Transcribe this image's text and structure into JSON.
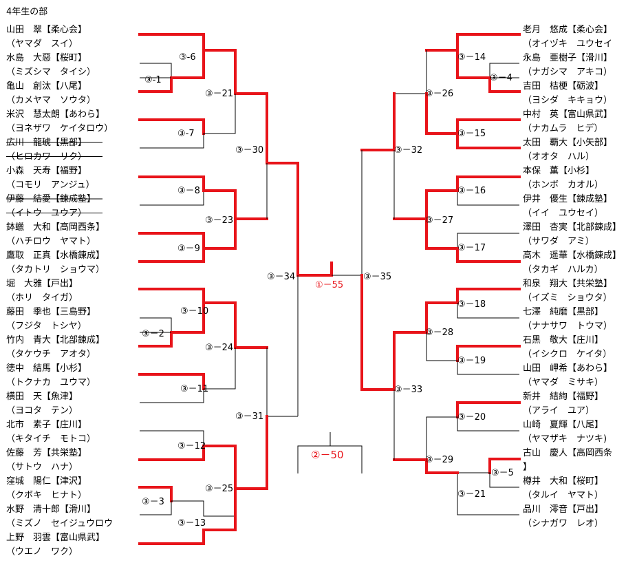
{
  "title": "4年生の部",
  "left_players": [
    {
      "name": "山田　翠【柔心会】",
      "kana": "（ヤマダ　スイ）",
      "withdrawn": false
    },
    {
      "name": "水島　大惡【桜町】",
      "kana": "（ミズシマ　タイシ）",
      "withdrawn": false
    },
    {
      "name": "亀山　創汰【八尾】",
      "kana": "（カメヤマ　ソウタ）",
      "withdrawn": false
    },
    {
      "name": "米沢　慧太朗【あわら】",
      "kana": "（ヨネザワ　ケイタロウ）",
      "withdrawn": false
    },
    {
      "name": "広川　龍琥【黒部】",
      "kana": "（ヒロカワ　リク）",
      "withdrawn": true
    },
    {
      "name": "小森　天寿【福野】",
      "kana": "（コモリ　アンジュ）",
      "withdrawn": false
    },
    {
      "name": "伊藤　結愛【錬成塾】",
      "kana": "（イトウ　ユウア）",
      "withdrawn": true
    },
    {
      "name": "鉢蠟　大和【高岡西条】",
      "kana": "（ハチロウ　ヤマト）",
      "withdrawn": false
    },
    {
      "name": "鷹取　正真【水橋錬成】",
      "kana": "（タカトリ　ショウマ）",
      "withdrawn": false
    },
    {
      "name": "堀　大雅【戸出】",
      "kana": "（ホリ　タイガ）",
      "withdrawn": false
    },
    {
      "name": "藤田　季也【三島野】",
      "kana": "（フジタ　トシヤ）",
      "withdrawn": false
    },
    {
      "name": "竹内　青大【北部錬成】",
      "kana": "（タケウチ　アオタ）",
      "withdrawn": false
    },
    {
      "name": "徳中　結馬【小杉】",
      "kana": "（トクナカ　ユウマ）",
      "withdrawn": false
    },
    {
      "name": "横田　天【魚津】",
      "kana": "（ヨコタ　テン）",
      "withdrawn": false
    },
    {
      "name": "北市　素子【庄川】",
      "kana": "（キタイチ　モトコ）",
      "withdrawn": false
    },
    {
      "name": "佐藤　芳【共栄塾】",
      "kana": "（サトウ　ハナ）",
      "withdrawn": false
    },
    {
      "name": "窪城　陽仁【津沢】",
      "kana": "（クボキ　ヒナト）",
      "withdrawn": false
    },
    {
      "name": "水野　清十郎【滑川】",
      "kana": "（ミズノ　セイジュウロウ",
      "withdrawn": false
    },
    {
      "name": "上野　羽雲【富山県武】",
      "kana": "（ウエノ　ワク）",
      "withdrawn": false
    }
  ],
  "right_players": [
    {
      "name": "老月　悠成【柔心会】",
      "kana": "（オイヅキ　ユウセイ",
      "withdrawn": false
    },
    {
      "name": "永島　亜樹子【滑川】",
      "kana": "（ナガシマ　アキコ）",
      "withdrawn": false
    },
    {
      "name": "吉田　桔梗【砺波】",
      "kana": "（ヨシダ　キキョウ）",
      "withdrawn": false
    },
    {
      "name": "中村　英【富山県武】",
      "kana": "（ナカムラ　ヒデ）",
      "withdrawn": false
    },
    {
      "name": "太田　覇大【小矢部】",
      "kana": "（オオタ　ハル）",
      "withdrawn": false
    },
    {
      "name": "本保　薫【小杉】",
      "kana": "（ホンボ　カオル）",
      "withdrawn": false
    },
    {
      "name": "伊井　優生【錬成塾】",
      "kana": "（イイ　ユウセイ）",
      "withdrawn": false
    },
    {
      "name": "澤田　杏実【北部錬成】",
      "kana": "（サワダ　アミ）",
      "withdrawn": false
    },
    {
      "name": "高木　遥華【水橋錬成】",
      "kana": "（タカギ　ハルカ）",
      "withdrawn": false
    },
    {
      "name": "和泉　翔大【共栄塾】",
      "kana": "（イズミ　ショウタ）",
      "withdrawn": false
    },
    {
      "name": "七澤　純磨【黒部】",
      "kana": "（ナナサワ　トウマ）",
      "withdrawn": false
    },
    {
      "name": "石黒　敬大【庄川】",
      "kana": "（イシクロ　ケイタ）",
      "withdrawn": false
    },
    {
      "name": "山田　岬希【あわら】",
      "kana": "（ヤマダ　ミサキ）",
      "withdrawn": false
    },
    {
      "name": "新井　結絢【福野】",
      "kana": "（アライ　ユア）",
      "withdrawn": false
    },
    {
      "name": "山崎　夏輝【八尾】",
      "kana": "（ヤマザキ　ナツキ)",
      "withdrawn": false
    },
    {
      "name": "古山　慶人【高岡西条",
      "kana": "】",
      "withdrawn": false
    },
    {
      "name": "樽井　大和【桜町】",
      "kana": "（タルイ　ヤマト）",
      "withdrawn": false
    },
    {
      "name": "品川　澪音【戸出】",
      "kana": "（シナガワ　レオ）",
      "withdrawn": false
    }
  ],
  "matches": [
    {
      "label": "③-6",
      "color": "black"
    },
    {
      "label": "③-1",
      "color": "black"
    },
    {
      "label": "③－21",
      "color": "black"
    },
    {
      "label": "③-7",
      "color": "black"
    },
    {
      "label": "③－30",
      "color": "black"
    },
    {
      "label": "③－8",
      "color": "black"
    },
    {
      "label": "③－23",
      "color": "black"
    },
    {
      "label": "③－9",
      "color": "black"
    },
    {
      "label": "③－34",
      "color": "black"
    },
    {
      "label": "③－10",
      "color": "black"
    },
    {
      "label": "③－2",
      "color": "black"
    },
    {
      "label": "③－24",
      "color": "black"
    },
    {
      "label": "③－11",
      "color": "black"
    },
    {
      "label": "③－31",
      "color": "black"
    },
    {
      "label": "③－12",
      "color": "black"
    },
    {
      "label": "③－3",
      "color": "black"
    },
    {
      "label": "③－25",
      "color": "black"
    },
    {
      "label": "③－13",
      "color": "black"
    },
    {
      "label": "①－55",
      "color": "red"
    },
    {
      "label": "③－35",
      "color": "black"
    },
    {
      "label": "②－50",
      "color": "red"
    },
    {
      "label": "③－14",
      "color": "black"
    },
    {
      "label": "③－4",
      "color": "black"
    },
    {
      "label": "③－26",
      "color": "black"
    },
    {
      "label": "③－15",
      "color": "black"
    },
    {
      "label": "③－32",
      "color": "black"
    },
    {
      "label": "③－16",
      "color": "black"
    },
    {
      "label": "③－27",
      "color": "black"
    },
    {
      "label": "③－17",
      "color": "black"
    },
    {
      "label": "③－18",
      "color": "black"
    },
    {
      "label": "③－28",
      "color": "black"
    },
    {
      "label": "③－19",
      "color": "black"
    },
    {
      "label": "③－33",
      "color": "black"
    },
    {
      "label": "③－20",
      "color": "black"
    },
    {
      "label": "③－29",
      "color": "black"
    },
    {
      "label": "③－5",
      "color": "black"
    },
    {
      "label": "③－21",
      "color": "black"
    }
  ],
  "colors": {
    "winner_line": "#e8141a",
    "loser_line": "#000000",
    "red_text": "#e8141a"
  }
}
